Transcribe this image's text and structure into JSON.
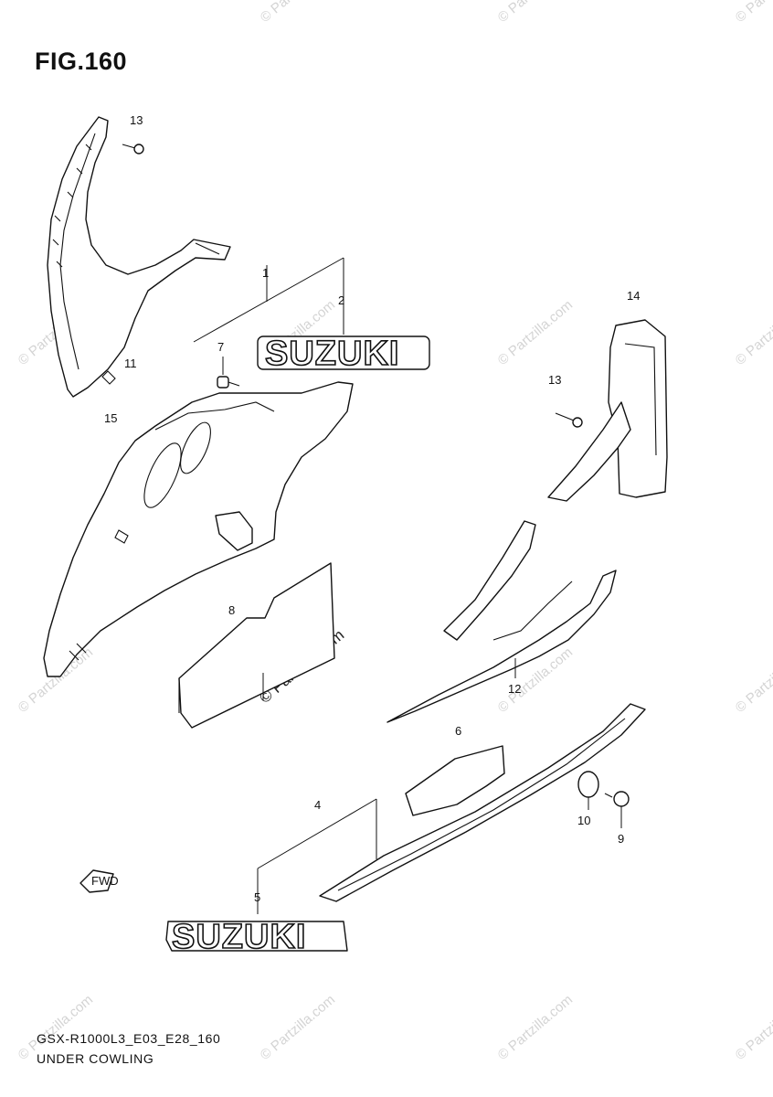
{
  "figure": {
    "title": "FIG.160"
  },
  "footer": {
    "model_code": "GSX-R1000L3_E03_E28_160",
    "section_name": "UNDER COWLING"
  },
  "parts": [
    {
      "id": "1",
      "label": "1"
    },
    {
      "id": "2",
      "label": "2"
    },
    {
      "id": "4",
      "label": "4"
    },
    {
      "id": "5",
      "label": "5"
    },
    {
      "id": "6",
      "label": "6"
    },
    {
      "id": "7",
      "label": "7"
    },
    {
      "id": "8",
      "label": "8"
    },
    {
      "id": "9",
      "label": "9"
    },
    {
      "id": "10",
      "label": "10"
    },
    {
      "id": "11",
      "label": "11"
    },
    {
      "id": "12",
      "label": "12"
    },
    {
      "id": "13a",
      "label": "13"
    },
    {
      "id": "13b",
      "label": "13"
    },
    {
      "id": "14",
      "label": "14"
    },
    {
      "id": "15",
      "label": "15"
    }
  ],
  "decals": {
    "upper_logo": "SUZUKI",
    "lower_logo": "SUZUKI"
  },
  "watermark": {
    "text": "© Partzilla.com",
    "center_text": "© Partzilla.com"
  },
  "fwd_marker": {
    "label": "FWD"
  }
}
